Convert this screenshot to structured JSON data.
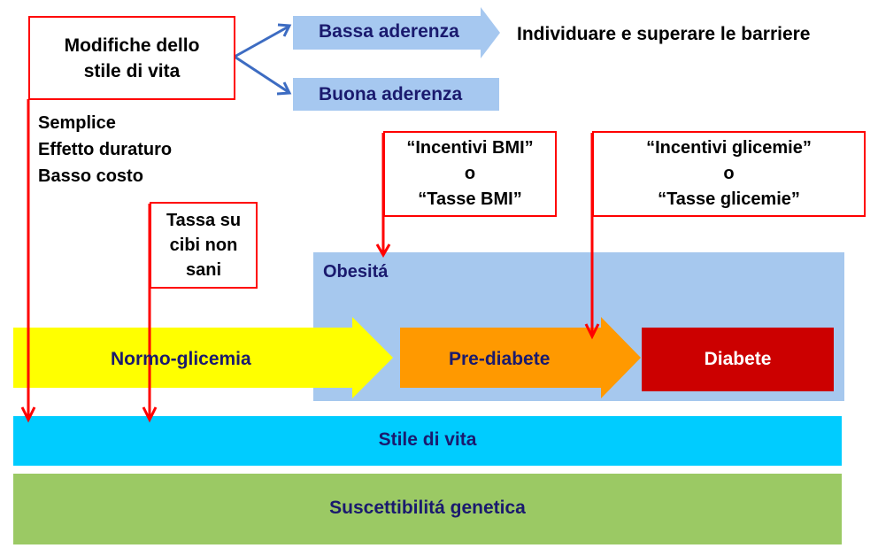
{
  "lifestyle_box": {
    "line1": "Modifiche dello",
    "line2": "stile di vita"
  },
  "bassa_aderenza": "Bassa aderenza",
  "buona_aderenza": "Buona aderenza",
  "barriers_text": "Individuare e superare le barriere",
  "benefits": [
    "Semplice",
    "Effetto duraturo",
    "Basso costo"
  ],
  "tax_box": {
    "line1": "Tassa su",
    "line2": "cibi non",
    "line3": "sani"
  },
  "bmi_box": {
    "line1": "“Incentivi BMI”",
    "line2": "o",
    "line3": "“Tasse BMI”"
  },
  "glic_box": {
    "line1": "“Incentivi glicemie”",
    "line2": "o",
    "line3": "“Tasse glicemie”"
  },
  "obesity_label": "Obesitá",
  "normo_label": "Normo-glicemia",
  "prediabete_label": "Pre-diabete",
  "diabete_label": "Diabete",
  "stile_label": "Stile di vita",
  "genetica_label": "Suscettibilitá genetica",
  "colors": {
    "red": "#ff0000",
    "light_blue_arrow": "#a6c8f0",
    "obesity_bg": "#a6c8ee",
    "yellow": "#ffff00",
    "orange": "#ff9900",
    "dark_red": "#cc0000",
    "cyan": "#00ccff",
    "green": "#9bc964",
    "navy_text": "#1a1a6e",
    "blue_connector": "#3d6cc2"
  }
}
